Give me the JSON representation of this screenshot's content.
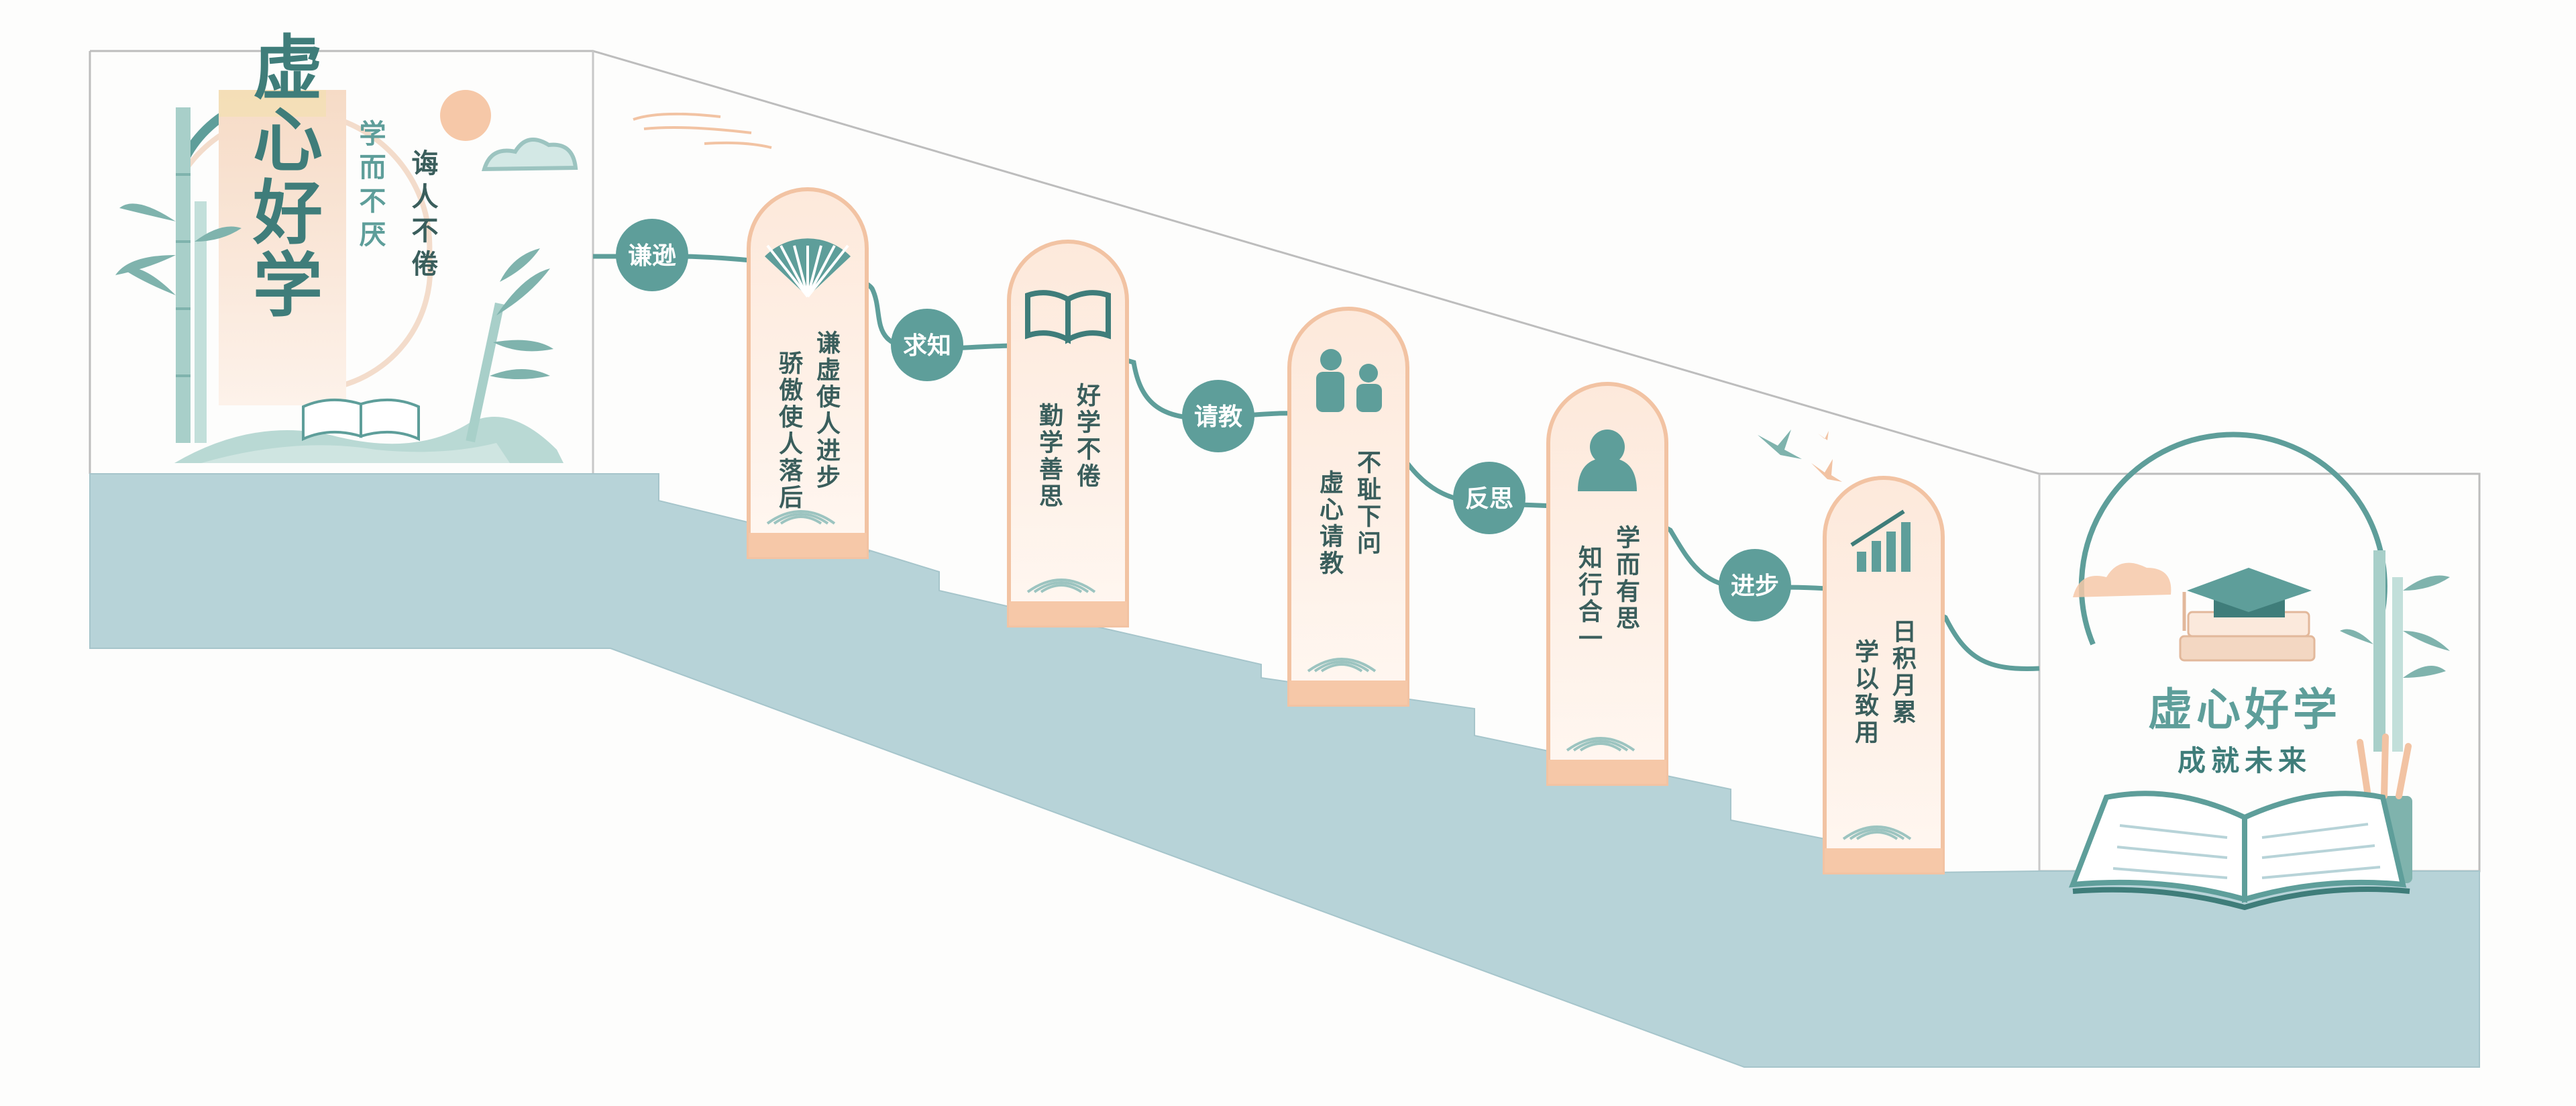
{
  "colors": {
    "teal": "#5e9e9a",
    "teal_dark": "#3f7d7a",
    "stair_blue": "#b7d3d8",
    "peach": "#f2c3a3",
    "peach_light": "#fbe9dc",
    "wall": "#fdfdfc",
    "outline": "#bdbdbd"
  },
  "left_panel": {
    "title": "虚心好学",
    "subtitle": "学而不厌",
    "motto": "诲人不倦"
  },
  "milestones": [
    {
      "label": "谦逊",
      "icon": "folding-fan-icon",
      "text_right": "谦虚使人进步",
      "text_left": "骄傲使人落后"
    },
    {
      "label": "求知",
      "icon": "open-book-icon",
      "text_right": "好学不倦",
      "text_left": "勤学善思"
    },
    {
      "label": "请教",
      "icon": "teacher-student-icon",
      "text_right": "不耻下问",
      "text_left": "虚心请教"
    },
    {
      "label": "反思",
      "icon": "thinking-person-icon",
      "text_right": "学而有思",
      "text_left": "知行合一"
    },
    {
      "label": "进步",
      "icon": "growth-chart-icon",
      "text_right": "日积月累",
      "text_left": "学以致用"
    }
  ],
  "right_panel": {
    "title": "虚心好学",
    "subtitle": "成就未来",
    "icon": "graduation-cap-icon"
  }
}
